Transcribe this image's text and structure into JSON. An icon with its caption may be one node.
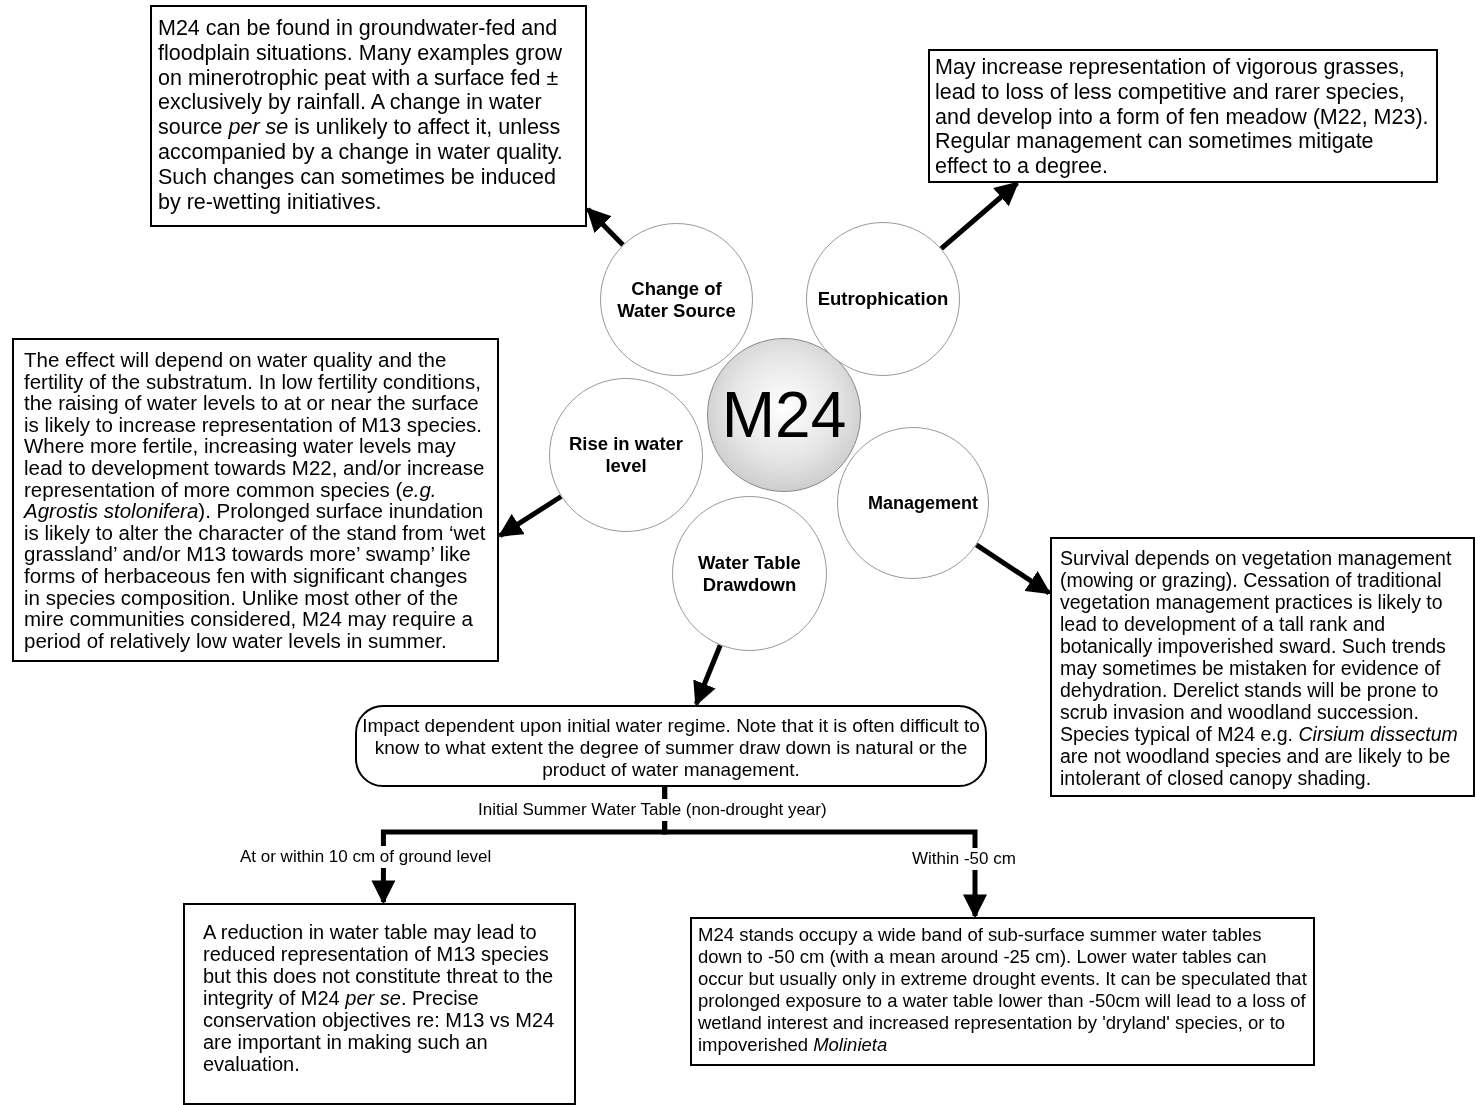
{
  "diagram": {
    "nodes": [
      {
        "text": [
          "M24"
        ]
      },
      {
        "text": [
          "Change of Water Source"
        ]
      },
      {
        "text": [
          "Eutrophication"
        ]
      },
      {
        "text": [
          "Rise in water level"
        ]
      },
      {
        "text": [
          "Management"
        ]
      },
      {
        "text": [
          "Water Table Drawdown"
        ]
      },
      {
        "text": [
          "M24 can be found in groundwater-fed and floodplain situations. Many examples grow on minerotrophic peat with a surface fed ± exclusively by rainfall. A change in water source *per se* is unlikely to affect it, unless accompanied by a change in water quality. Such changes can sometimes be induced by re-wetting initiatives."
        ]
      },
      {
        "text": [
          "May increase representation of vigorous grasses, lead to loss of less competitive and rarer species, and develop into a form of fen meadow (M22, M23).  Regular management can sometimes mitigate effect to a degree."
        ]
      },
      {
        "text": [
          "The effect will depend on water quality and the fertility of the substratum. In low fertility conditions, the raising of water levels to at or near the surface is likely to increase representation of M13 species. Where more fertile, increasing water levels may lead to development towards M22, and/or increase representation of more common species (*e.g. Agrostis stolonifera*).  Prolonged surface inundation is likely to alter the character of the stand from ‘wet grassland’ and/or M13 towards  more’ swamp’ like forms of herbaceous fen with significant changes in species composition. Unlike most other of the mire communities considered, M24 may require a period of relatively low water levels in summer."
        ]
      },
      {
        "text": [
          "Survival depends on vegetation management (mowing or grazing). Cessation of traditional vegetation management practices is likely to lead to development of a tall rank and botanically impoverished sward.  Such trends may sometimes be mistaken for evidence of dehydration. Derelict stands will be prone to scrub invasion and woodland succession. Species typical of M24 e.g. *Cirsium dissectum* are not woodland species and are likely to be intolerant of closed canopy shading."
        ]
      },
      {
        "text": [
          "Impact dependent upon initial water regime. Note that it is often difficult to know to what extent the degree of summer draw down is natural or the product of water management."
        ]
      },
      {
        "text": [
          "A reduction in water table may lead to reduced representation of M13 species but this does not constitute threat to the integrity of M24 *per se*. Precise conservation objectives re: M13 vs M24 are important in making such an evaluation."
        ]
      },
      {
        "text": [
          "M24 stands occupy a wide band of sub-surface summer water tables down to -50 cm (with a mean around -25 cm). Lower water tables can occur but usually only in extreme drought events. It can be speculated that prolonged exposure to a water table lower than -50cm will lead to a loss of wetland interest and increased representation by 'dryland' species, or to impoverished *Molinieta*"
        ]
      }
    ],
    "edges": [
      {
        "from": 1,
        "to": 6,
        "arrow": "to"
      },
      {
        "from": 2,
        "to": 7,
        "arrow": "to"
      },
      {
        "from": 3,
        "to": 8,
        "arrow": "to"
      },
      {
        "from": 4,
        "to": 9,
        "arrow": "to"
      },
      {
        "from": 5,
        "to": 10,
        "arrow": "to"
      },
      {
        "from": 10,
        "to": 11,
        "arrow": "to",
        "label": "At or within 10 cm of ground level"
      },
      {
        "from": 10,
        "to": 12,
        "arrow": "to",
        "label": "Within -50 cm"
      }
    ],
    "labels": [
      "Initial Summer Water Table (non-drought year)"
    ]
  }
}
